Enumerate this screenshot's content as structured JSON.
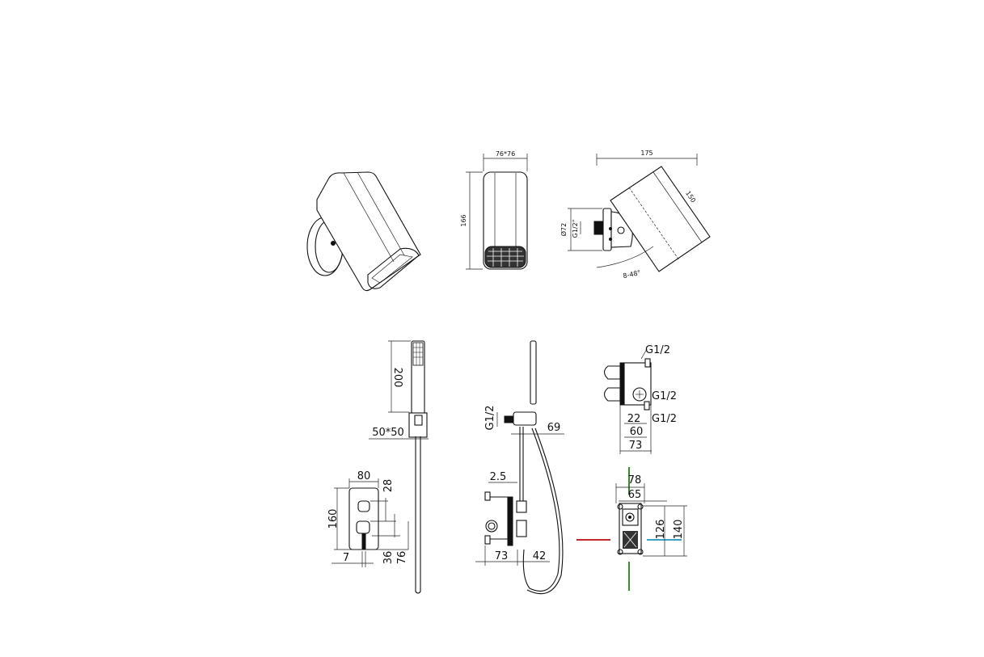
{
  "top_row": {
    "front_view": {
      "width_label": "76*76",
      "height_label": "166"
    },
    "side_view": {
      "length_label": "175",
      "head_label": "150",
      "flange_label": "Ø72",
      "thread_label": "G1/2\"",
      "angle_label": "8-48°"
    }
  },
  "bottom_row": {
    "hand_shower": {
      "head_length_label": "200",
      "bracket_label": "50*50"
    },
    "mixer_front": {
      "width_label": "80",
      "lever_gap_label": "28",
      "height_label": "160",
      "stem_label": "7",
      "lower_label": "36",
      "bottom_label": "76"
    },
    "mixer_side": {
      "thread_label": "G1/2",
      "outlet_label": "69",
      "plate_label": "2.5",
      "depth_label": "73",
      "projection_label": "42"
    },
    "valve_side": {
      "top_thread": "G1/2",
      "mid_thread": "G1/2",
      "bottom_thread": "G1/2",
      "dim_22": "22",
      "dim_60": "60",
      "dim_73": "73"
    },
    "valve_front": {
      "dim_78": "78",
      "dim_65": "65",
      "dim_126": "126",
      "dim_140": "140"
    }
  },
  "colors": {
    "hot": "#c0272d",
    "cold": "#3aa0c8",
    "outlet": "#3a8a2e"
  }
}
